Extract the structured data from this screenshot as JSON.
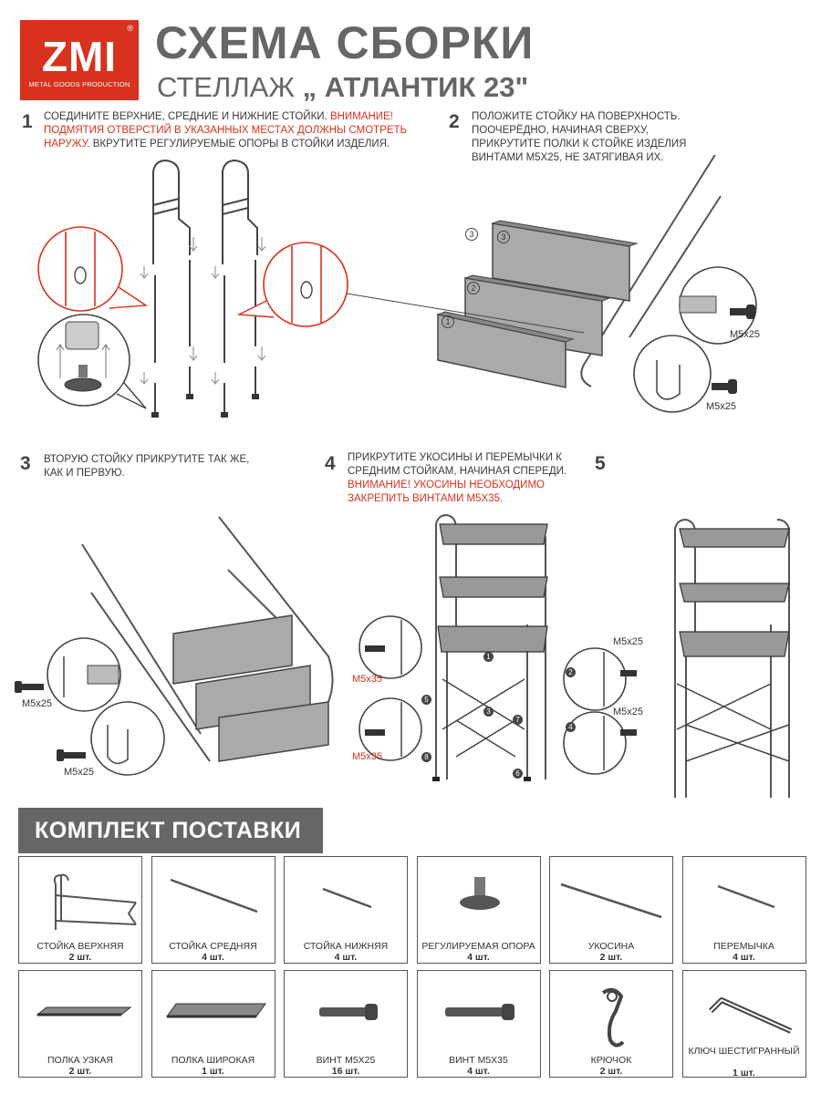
{
  "logo": {
    "brand": "ZMI",
    "reg": "®",
    "tagline": "METAL GOODS PRODUCTION"
  },
  "header": {
    "title": "СХЕМА СБОРКИ",
    "product_type": "СТЕЛЛАЖ",
    "product_name": "„ АТЛАНТИК 23\""
  },
  "steps": {
    "s1": {
      "num": "1",
      "text_a": "Соедините верхние, средние и нижние стойки.",
      "warn": "Внимание! Подмятия отверстий в указанных местах должны смотреть наружу.",
      "text_b": "Вкрутите регулируемые опоры в стойки изделия."
    },
    "s2": {
      "num": "2",
      "text": "Положите стойку на поверхность. Поочерёдно, начиная сверху, прикрутите полки к стойке изделия винтами М5х25, не затягивая их.",
      "label1": "М5х25",
      "label2": "М5х25",
      "shelf1": "1",
      "shelf2": "2",
      "shelf3": "3"
    },
    "s3": {
      "num": "3",
      "text": "Вторую стойку прикрутите так же, как и первую.",
      "label1": "М5х25",
      "label2": "М5х25"
    },
    "s4": {
      "num": "4",
      "text": "Прикрутите укосины и перемычки к средним стойкам, начиная спереди.",
      "warn": "Внимание! Укосины необходимо закрепить винтами М5х35.",
      "label_r1": "М5х25",
      "label_r2": "М5х25",
      "label_l1": "М5х35",
      "label_l2": "М5х35",
      "markers": [
        "1",
        "2",
        "3",
        "4",
        "5",
        "6",
        "7",
        "8"
      ]
    },
    "s5": {
      "num": "5"
    }
  },
  "kit": {
    "title": "КОМПЛЕКТ ПОСТАВКИ",
    "items": [
      {
        "name": "Стойка верхняя",
        "qty": "2 шт.",
        "icon": "upper-post-icon"
      },
      {
        "name": "Стойка средняя",
        "qty": "4 шт.",
        "icon": "middle-post-icon"
      },
      {
        "name": "Стойка нижняя",
        "qty": "4 шт.",
        "icon": "lower-post-icon"
      },
      {
        "name": "Регулируемая опора",
        "qty": "4 шт.",
        "icon": "adjustable-foot-icon"
      },
      {
        "name": "Укосина",
        "qty": "2 шт.",
        "icon": "brace-icon"
      },
      {
        "name": "Перемычка",
        "qty": "4 шт.",
        "icon": "crossbar-icon"
      },
      {
        "name": "Полка узкая",
        "qty": "2 шт.",
        "icon": "narrow-shelf-icon"
      },
      {
        "name": "Полка широкая",
        "qty": "1 шт.",
        "icon": "wide-shelf-icon"
      },
      {
        "name": "Винт М5х25",
        "qty": "16 шт.",
        "icon": "screw-m5x25-icon"
      },
      {
        "name": "Винт М5х35",
        "qty": "4 шт.",
        "icon": "screw-m5x35-icon"
      },
      {
        "name": "Крючок",
        "qty": "2 шт.",
        "icon": "hook-icon"
      },
      {
        "name": "Ключ шестигранный",
        "qty": "1 шт.",
        "icon": "hex-key-icon"
      }
    ]
  },
  "colors": {
    "brand_red": "#d8321f",
    "title_gray": "#666666",
    "line": "#444444"
  }
}
